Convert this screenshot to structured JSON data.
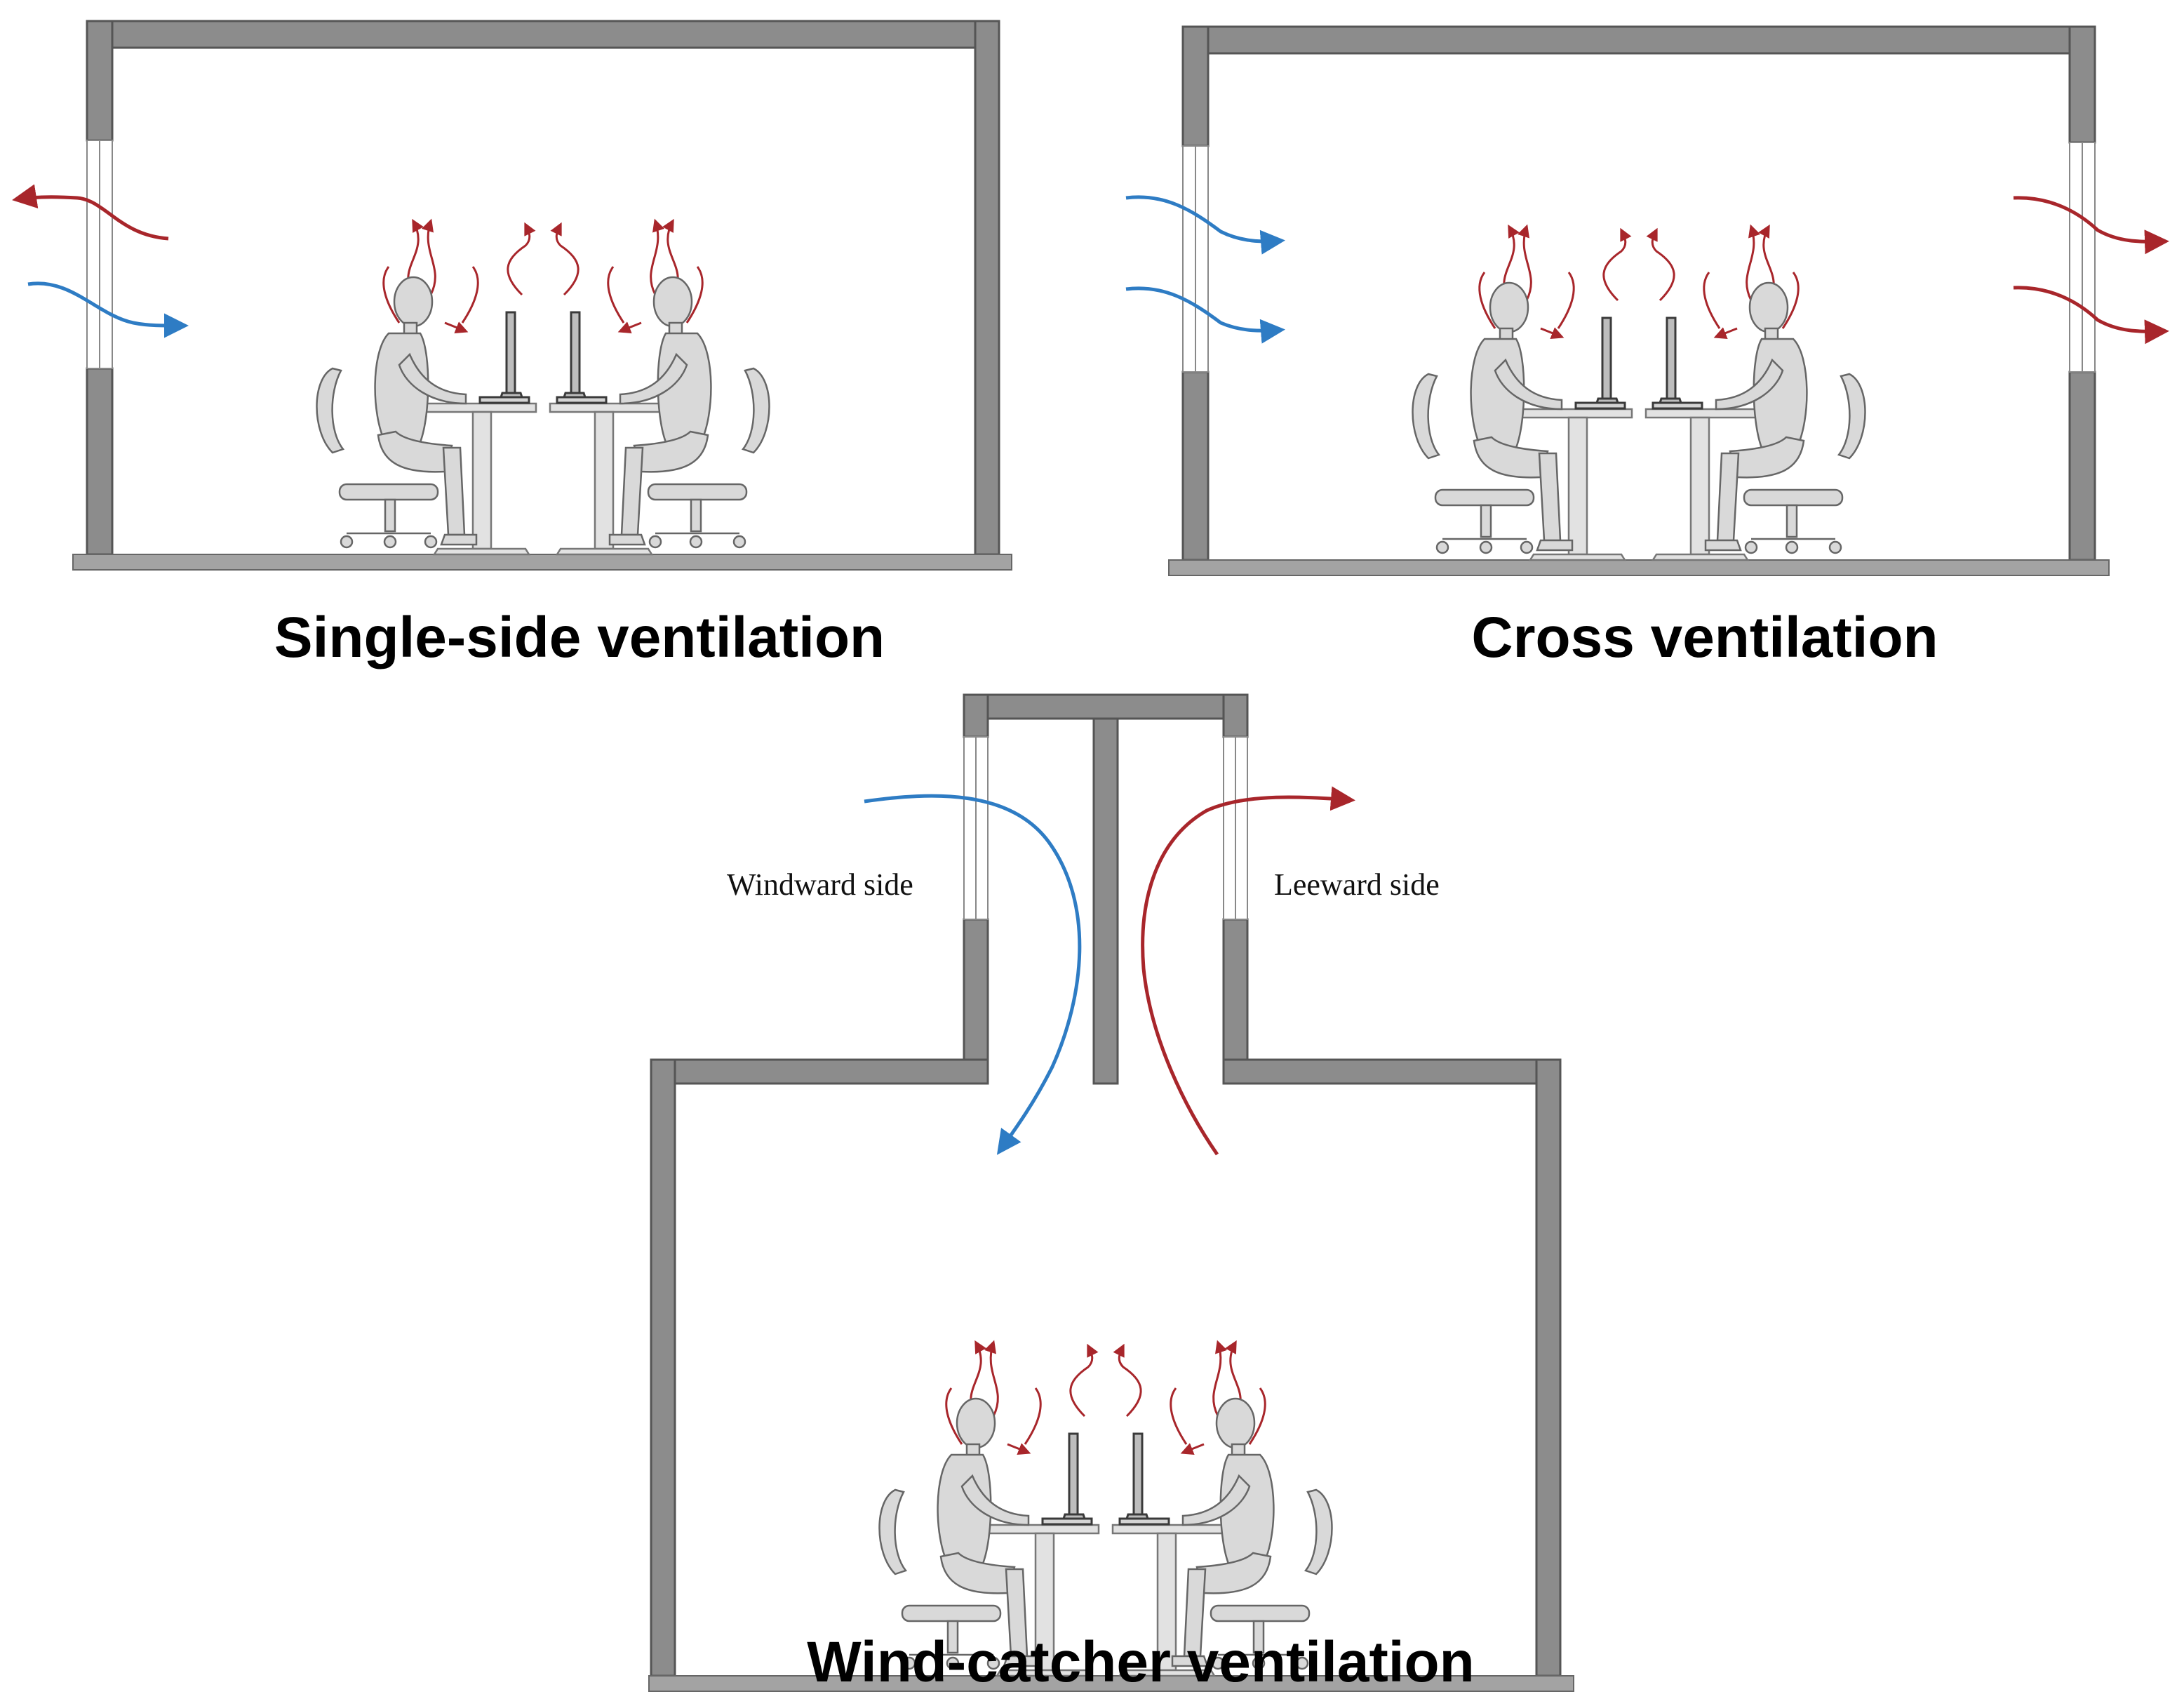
{
  "panels": {
    "single_side": {
      "title": "Single-side ventilation"
    },
    "cross": {
      "title": "Cross ventilation"
    },
    "wind_catcher": {
      "title": "Wind-catcher ventilation",
      "windward_label": "Windward side",
      "leeward_label": "Leeward side"
    }
  },
  "colors": {
    "wall": "#8c8c8c",
    "wall_edge": "#555555",
    "window": "#ffffff",
    "floor": "#a3a3a3",
    "fresh_air": "#2e7cc4",
    "exhaust_air": "#a8262b",
    "figure_fill": "#d9d9d9",
    "figure_stroke": "#666666"
  }
}
